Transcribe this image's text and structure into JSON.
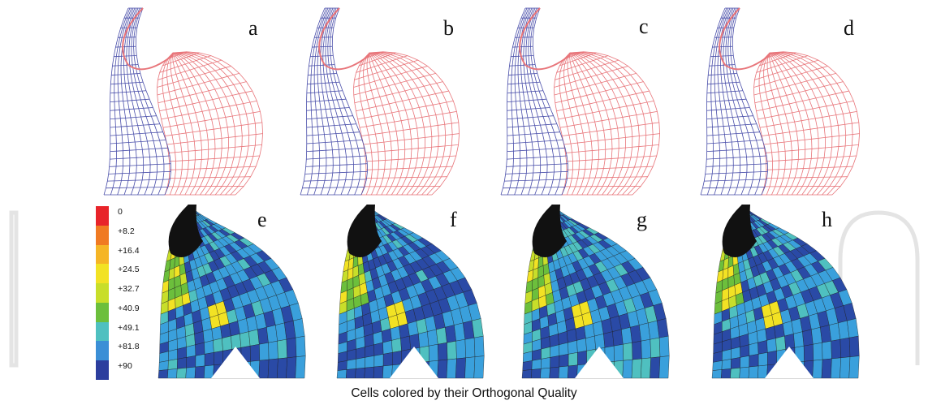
{
  "panels_top": [
    {
      "label": "a",
      "outline_color": "#e8757a",
      "inner_color": "#4a4faa"
    },
    {
      "label": "b",
      "outline_color": "#e8757a",
      "inner_color": "#4a4faa"
    },
    {
      "label": "c",
      "outline_color": "#e8757a",
      "inner_color": "#4a4faa"
    },
    {
      "label": "d",
      "outline_color": "#e8757a",
      "inner_color": "#4a4faa"
    }
  ],
  "panels_bottom": [
    {
      "label": "e"
    },
    {
      "label": "f"
    },
    {
      "label": "g"
    },
    {
      "label": "h"
    }
  ],
  "legend": {
    "items": [
      {
        "value": "0",
        "color": "#e8242a"
      },
      {
        "value": "+8.2",
        "color": "#f07a22"
      },
      {
        "value": "+16.4",
        "color": "#f5b526"
      },
      {
        "value": "+24.5",
        "color": "#f2e224"
      },
      {
        "value": "+32.7",
        "color": "#c8de2a"
      },
      {
        "value": "+40.9",
        "color": "#6cbf3c"
      },
      {
        "value": "+49.1",
        "color": "#4fc0c0"
      },
      {
        "value": "+81.8",
        "color": "#3b8fd6"
      },
      {
        "value": "+90",
        "color": "#2c3e9e"
      }
    ]
  },
  "colors": {
    "mesh_high": "#3aa0dc",
    "mesh_dark": "#2a4aa6",
    "mesh_line": "#1a1a1a"
  },
  "caption": "Cells colored by their Orthogonal Quality"
}
